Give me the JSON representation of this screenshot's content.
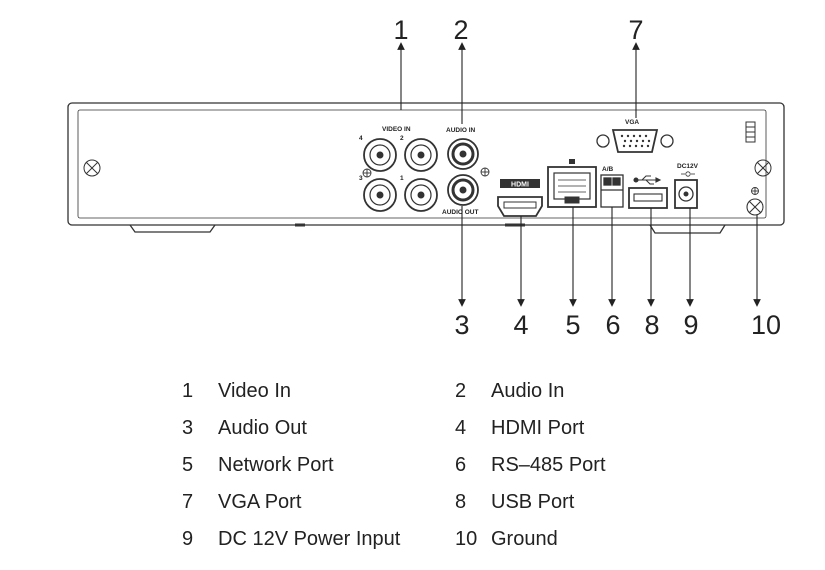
{
  "panel_labels": {
    "video_in": "VIDEO IN",
    "audio_in": "AUDIO IN",
    "audio_out": "AUDIO OUT",
    "hdmi": "HDMI",
    "vga": "VGA",
    "rs485": "A/B",
    "dc": "DC12V",
    "bnc_channels": [
      "4",
      "2",
      "3",
      "1"
    ]
  },
  "callouts": [
    "1",
    "2",
    "3",
    "4",
    "5",
    "6",
    "7",
    "8",
    "9",
    "10"
  ],
  "legend": [
    {
      "num": "1",
      "label": "Video In"
    },
    {
      "num": "2",
      "label": "Audio In"
    },
    {
      "num": "3",
      "label": "Audio Out"
    },
    {
      "num": "4",
      "label": "HDMI Port"
    },
    {
      "num": "5",
      "label": "Network Port"
    },
    {
      "num": "6",
      "label": "RS–485 Port"
    },
    {
      "num": "7",
      "label": "VGA Port"
    },
    {
      "num": "8",
      "label": "USB Port"
    },
    {
      "num": "9",
      "label": "DC 12V Power Input"
    },
    {
      "num": "10",
      "label": "Ground"
    }
  ]
}
